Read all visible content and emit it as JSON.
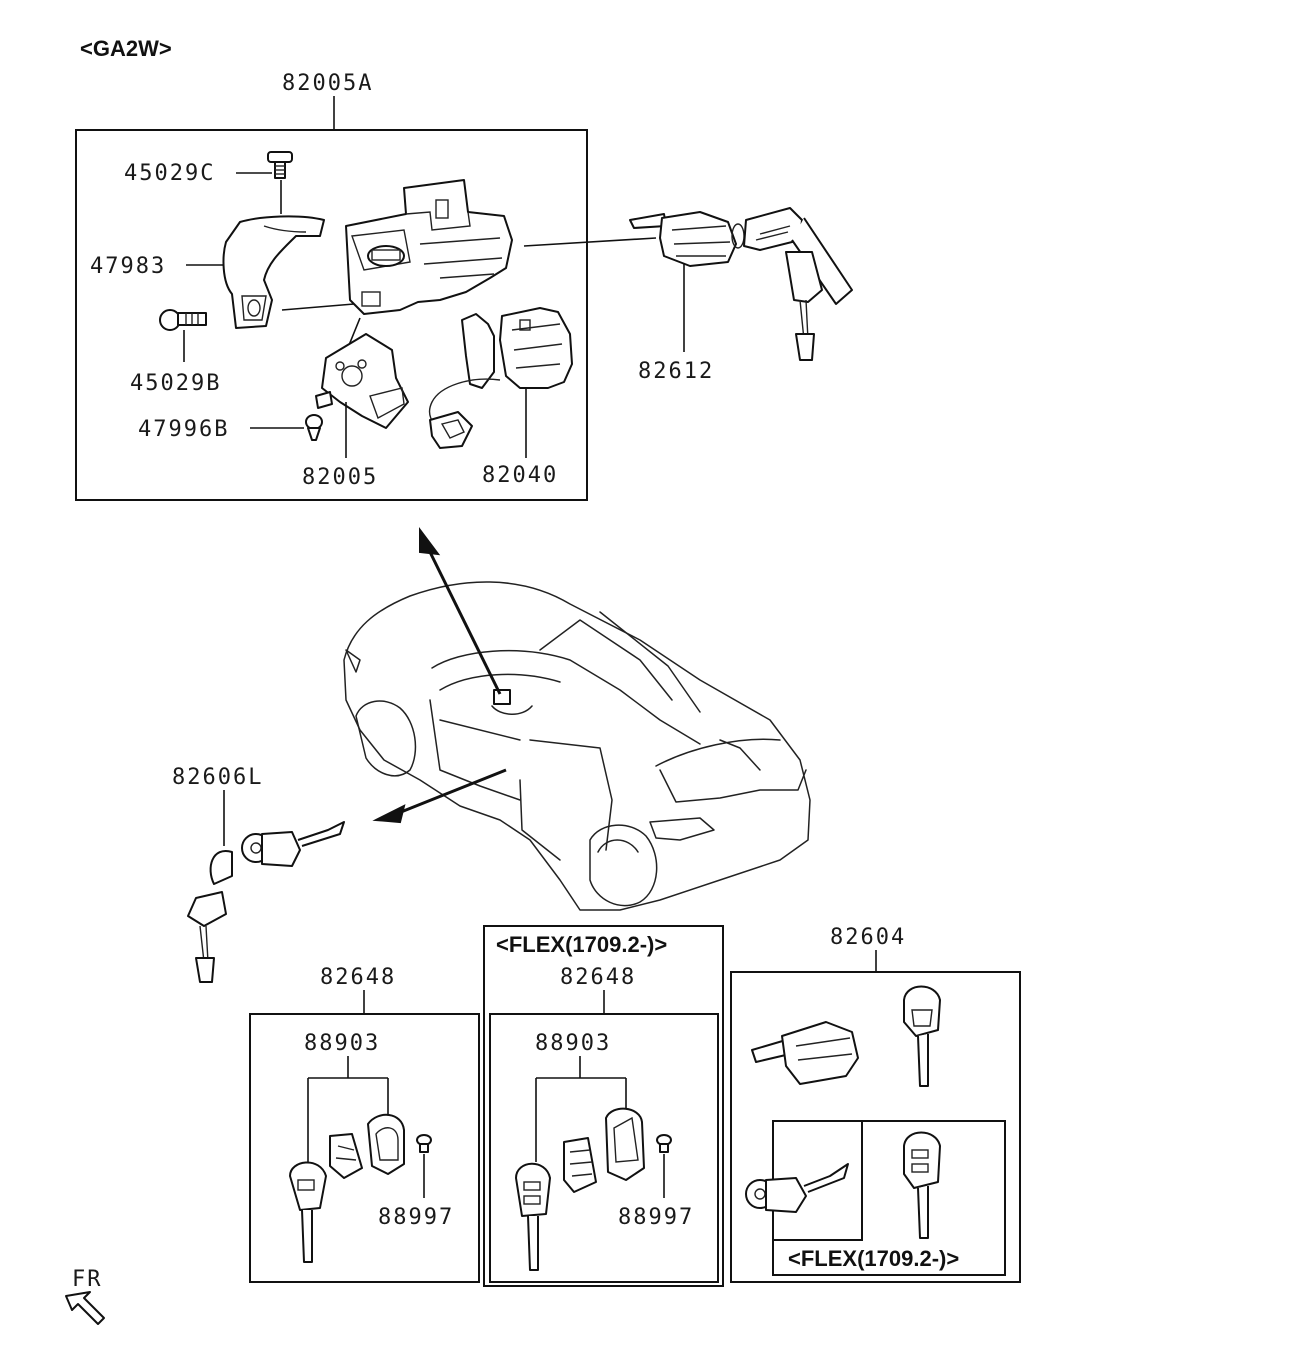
{
  "header": {
    "model_code": "<GA2W>"
  },
  "parts": {
    "assy_82005A": "82005A",
    "p45029C": "45029C",
    "p47983": "47983",
    "p45029B": "45029B",
    "p47996B": "47996B",
    "p82005": "82005",
    "p82040": "82040",
    "p82612": "82612",
    "p82606L": "82606L",
    "kit1_82648": "82648",
    "kit1_88903": "88903",
    "kit1_88997": "88997",
    "kit2_flex": "<FLEX(1709.2-)>",
    "kit2_82648": "82648",
    "kit2_88903": "88903",
    "kit2_88997": "88997",
    "kit3_82604": "82604",
    "kit3_flex": "<FLEX(1709.2-)>"
  },
  "orientation": {
    "label": "FR"
  }
}
